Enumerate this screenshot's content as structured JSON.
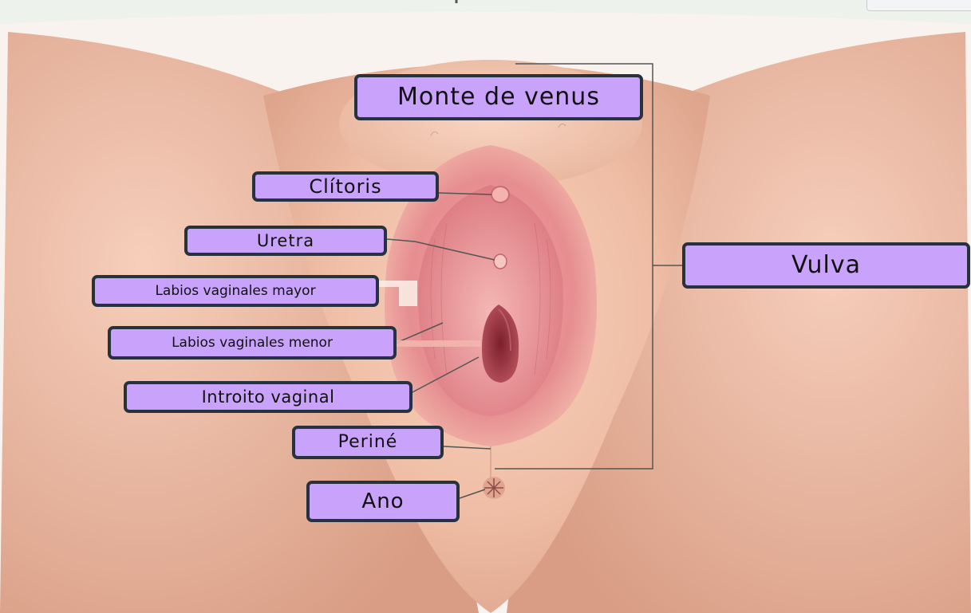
{
  "labels": {
    "monte_de_venus": "Monte de venus",
    "clitoris": "Clítoris",
    "uretra": "Uretra",
    "labios_mayor": "Labios vaginales mayor",
    "labios_menor": "Labios vaginales menor",
    "introito_vaginal": "Introito vaginal",
    "perine": "Periné",
    "ano": "Ano",
    "vulva": "Vulva"
  },
  "colors": {
    "label_fill": "#c9a2fb",
    "label_border": "#26323d",
    "skin": "#f2c2ab",
    "tissue": "#e3858c",
    "opening": "#a23c48",
    "leader_line": "#555555"
  }
}
